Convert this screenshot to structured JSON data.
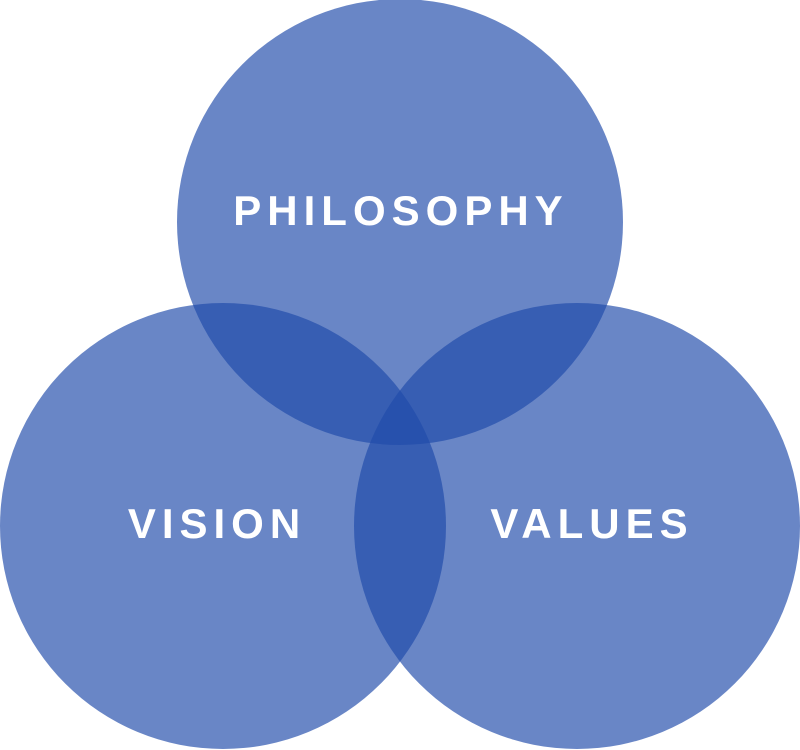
{
  "diagram": {
    "circles": [
      {
        "id": "philosophy",
        "label": "PHILOSOPHY"
      },
      {
        "id": "vision",
        "label": "VISION"
      },
      {
        "id": "values",
        "label": "VALUES"
      }
    ],
    "colors": {
      "circle_fill": "#1f4aaa",
      "label": "#ffffff",
      "background": "#ffffff"
    }
  }
}
